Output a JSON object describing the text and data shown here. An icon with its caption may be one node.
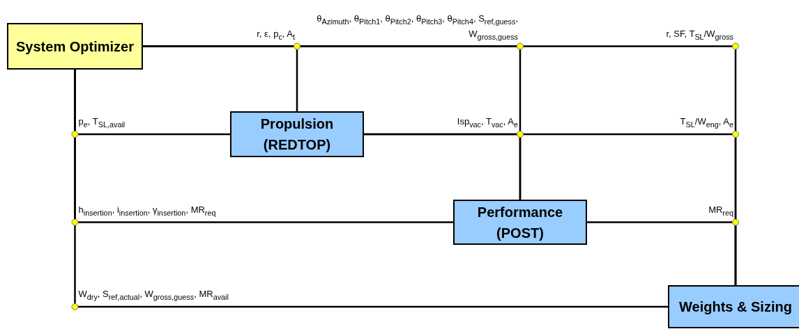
{
  "diagram": {
    "nodes": [
      {
        "text": [
          "System Optimizer"
        ]
      },
      {
        "text": [
          "Propulsion (REDTOP)"
        ]
      },
      {
        "text": [
          "Performance (POST)"
        ]
      },
      {
        "text": [
          "Weights & Sizing"
        ]
      }
    ],
    "edges": [
      {
        "from": 0,
        "to": 1,
        "arrow": "none",
        "label": "r, ε, p$_{c}$, A$_{t}$"
      },
      {
        "from": 0,
        "to": 2,
        "arrow": "none",
        "label": "θ$_{Azimuth}$, θ$_{Pitch1}$, θ$_{Pitch2}$, θ$_{Pitch3}$, θ$_{Pitch4}$, S$_{ref,guess}$, W$_{gross,guess}$"
      },
      {
        "from": 0,
        "to": 3,
        "arrow": "none",
        "label": "r, SF, T$_{SL}$/W$_{gross}$"
      },
      {
        "from": 1,
        "to": 0,
        "arrow": "none",
        "label": "p$_{e}$, T$_{SL,avail}$"
      },
      {
        "from": 1,
        "to": 2,
        "arrow": "none",
        "label": "Isp$_{vac}$, T$_{vac}$, A$_{e}$"
      },
      {
        "from": 1,
        "to": 3,
        "arrow": "none",
        "label": "T$_{SL}$/W$_{eng}$, A$_{e}$"
      },
      {
        "from": 2,
        "to": 0,
        "arrow": "none",
        "label": "h$_{insertion}$, i$_{insertion}$, γ$_{insertion}$, MR$_{req}$"
      },
      {
        "from": 2,
        "to": 3,
        "arrow": "none",
        "label": "MR$_{req}$"
      },
      {
        "from": 3,
        "to": 0,
        "arrow": "none",
        "label": "W$_{dry}$, S$_{ref,actual}$, W$_{gross,guess}$, MR$_{avail}$"
      }
    ]
  }
}
